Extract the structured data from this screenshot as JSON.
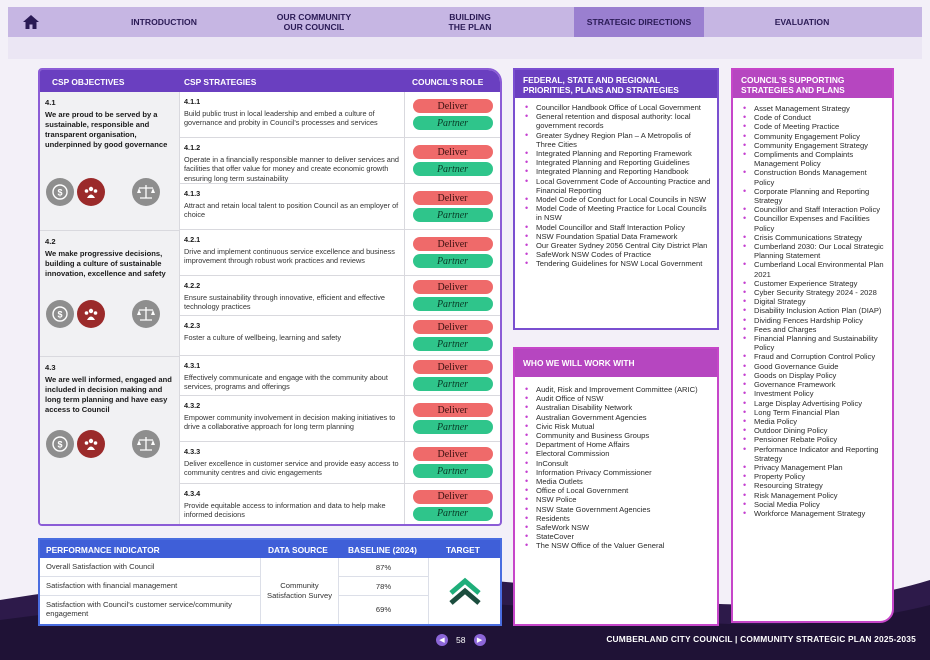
{
  "nav": {
    "items": [
      {
        "label": "INTRODUCTION",
        "active": false
      },
      {
        "label": "OUR COMMUNITY\nOUR COUNCIL",
        "active": false
      },
      {
        "label": "BUILDING\nTHE PLAN",
        "active": false
      },
      {
        "label": "STRATEGIC DIRECTIONS",
        "active": true
      },
      {
        "label": "EVALUATION",
        "active": false
      }
    ],
    "home_icon": "home-icon"
  },
  "table": {
    "headers": {
      "objectives": "CSP OBJECTIVES",
      "strategies": "CSP STRATEGIES",
      "role": "COUNCIL'S ROLE"
    },
    "role_labels": {
      "deliver": "Deliver",
      "partner": "Partner"
    },
    "groups": [
      {
        "num": "4.1",
        "text": "We are proud to be served by a sustainable, responsible and transparent organisation, underpinned by good governance",
        "strategies": [
          {
            "num": "4.1.1",
            "text": "Build public trust in local leadership and embed a culture of governance and probity in Council's processes and services"
          },
          {
            "num": "4.1.2",
            "text": "Operate in a financially responsible manner to deliver services and facilities that offer value for money and create economic growth ensuring long term sustainability"
          },
          {
            "num": "4.1.3",
            "text": "Attract and retain local talent to position Council as an employer of choice"
          }
        ]
      },
      {
        "num": "4.2",
        "text": "We make progressive decisions, building a culture of sustainable innovation, excellence and safety",
        "strategies": [
          {
            "num": "4.2.1",
            "text": "Drive and implement continuous service excellence and business improvement through robust work practices and reviews"
          },
          {
            "num": "4.2.2",
            "text": "Ensure sustainability through innovative, efficient and effective technology practices"
          },
          {
            "num": "4.2.3",
            "text": "Foster a culture of wellbeing, learning and safety"
          }
        ]
      },
      {
        "num": "4.3",
        "text": "We are well informed, engaged and included in decision making and long term planning and have easy access to Council",
        "strategies": [
          {
            "num": "4.3.1",
            "text": "Effectively communicate and engage with the community about services, programs and offerings"
          },
          {
            "num": "4.3.2",
            "text": "Empower community involvement in decision making initiatives to drive a collaborative approach for long term planning"
          },
          {
            "num": "4.3.3",
            "text": "Deliver excellence in customer service and provide easy access to community centres and civic engagements"
          },
          {
            "num": "4.3.4",
            "text": "Provide equitable access to information and data to help make informed decisions"
          }
        ]
      }
    ]
  },
  "performance": {
    "headers": {
      "indicator": "PERFORMANCE INDICATOR",
      "source": "DATA SOURCE",
      "baseline": "BASELINE (2024)",
      "target": "TARGET"
    },
    "rows": [
      {
        "indicator": "Overall Satisfaction with Council",
        "baseline": "87%"
      },
      {
        "indicator": "Satisfaction with financial management",
        "baseline": "78%"
      },
      {
        "indicator": "Satisfaction with Council's customer service/community engagement",
        "baseline": "69%"
      }
    ],
    "source": "Community Satisfaction Survey",
    "target_icon": "double-chevron-up-icon"
  },
  "federal": {
    "title": "FEDERAL, STATE AND REGIONAL PRIORITIES, PLANS AND STRATEGIES",
    "items": [
      "Councillor Handbook Office of Local Government",
      "General retention and disposal authority: local government records",
      "Greater Sydney Region Plan – A Metropolis of Three Cities",
      "Integrated Planning and Reporting Framework",
      "Integrated Planning and Reporting Guidelines",
      "Integrated Planning and Reporting Handbook",
      "Local Government Code of Accounting Practice and Financial Reporting",
      "Model Code of Conduct for Local Councils in NSW",
      "Model Code of Meeting Practice for Local Councils in NSW",
      "Model Councillor and Staff Interaction Policy",
      "NSW Foundation Spatial Data Framework",
      "Our Greater Sydney 2056 Central City District Plan",
      "SafeWork NSW Codes of Practice",
      "Tendering Guidelines for NSW Local Government"
    ]
  },
  "who": {
    "title": "WHO WE WILL WORK WITH",
    "items": [
      "Audit, Risk and Improvement Committee (ARIC)",
      "Audit Office of NSW",
      "Australian Disability Network",
      "Australian Government Agencies",
      "Civic Risk Mutual",
      "Community and Business Groups",
      "Department of Home Affairs",
      "Electoral Commission",
      "InConsult",
      "Information Privacy Commissioner",
      "Media Outlets",
      "Office of Local Government",
      "NSW Police",
      "NSW State Government Agencies",
      "Residents",
      "SafeWork NSW",
      "StateCover",
      "The NSW Office of the Valuer General"
    ]
  },
  "supporting": {
    "title": "COUNCIL'S SUPPORTING STRATEGIES AND PLANS",
    "items": [
      "Asset Management Strategy",
      "Code of Conduct",
      "Code of Meeting Practice",
      "Community Engagement Policy",
      "Community Engagement Strategy",
      "Compliments and Complaints Management Policy",
      "Construction Bonds Management Policy",
      "Corporate Planning and Reporting Strategy",
      "Councillor and Staff Interaction Policy",
      "Councillor Expenses and Facilities Policy",
      "Crisis Communications Strategy",
      "Cumberland 2030: Our Local Strategic Planning Statement",
      "Cumberland Local Environmental Plan 2021",
      "Customer Experience Strategy",
      "Cyber Security Strategy 2024 - 2028",
      "Digital Strategy",
      "Disability Inclusion Action Plan (DIAP)",
      "Dividing Fences Hardship Policy",
      "Fees and Charges",
      "Financial Planning and Sustainability Policy",
      "Fraud and Corruption Control Policy",
      "Good Governance Guide",
      "Goods on Display Policy",
      "Governance Framework",
      "Investment Policy",
      "Large Display Advertising Policy",
      "Long Term Financial Plan",
      "Media Policy",
      "Outdoor Dining Policy",
      "Pensioner Rebate Policy",
      "Performance Indicator and Reporting Strategy",
      "Privacy Management Plan",
      "Property Policy",
      "Resourcing Strategy",
      "Risk Management Policy",
      "Social Media Policy",
      "Workforce Management Strategy"
    ]
  },
  "footer": {
    "page": "58",
    "text": "CUMBERLAND CITY COUNCIL  |  COMMUNITY STRATEGIC PLAN 2025-2035"
  },
  "colors": {
    "deliver": "#ef6a6a",
    "partner": "#2fc58b",
    "accent": "#6a3fc0",
    "magenta": "#b646c0"
  }
}
